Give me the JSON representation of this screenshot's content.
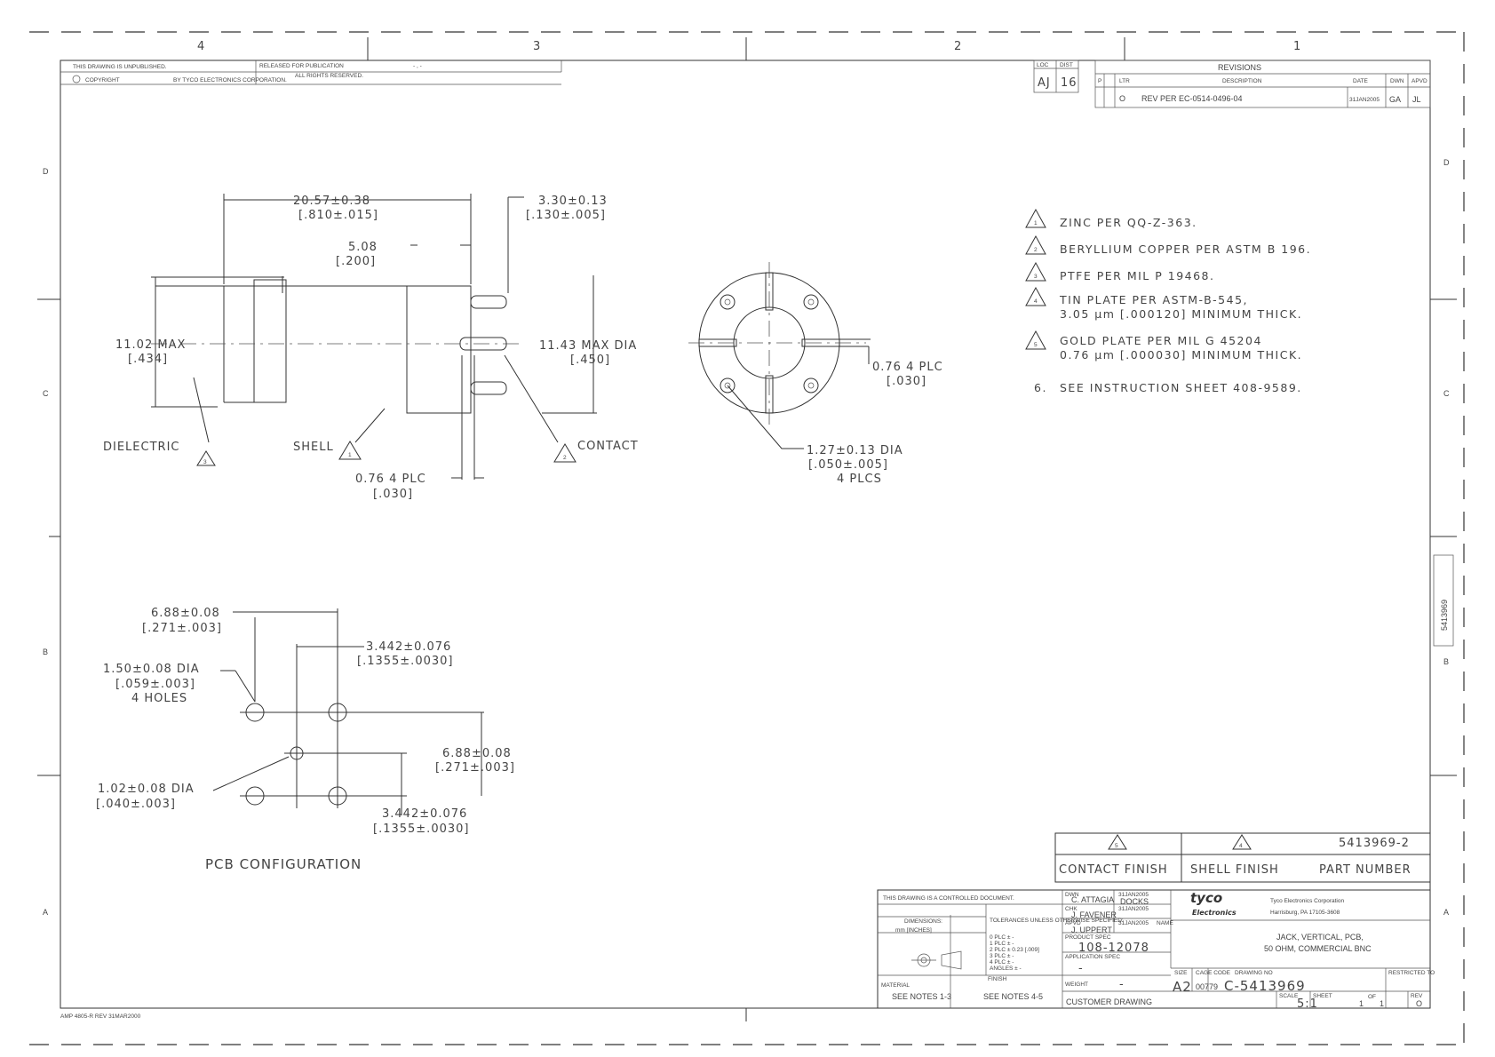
{
  "zones": {
    "top": [
      "4",
      "3",
      "2",
      "1"
    ],
    "left": [
      "D",
      "C",
      "B",
      "A"
    ],
    "right": [
      "D",
      "C",
      "B",
      "A"
    ],
    "side_part": "5413969"
  },
  "header_strip": {
    "unpublished": "THIS DRAWING IS UNPUBLISHED.",
    "copyright": "COPYRIGHT",
    "by": "BY TYCO ELECTRONICS CORPORATION.",
    "released": "RELEASED FOR PUBLICATION",
    "rights": "ALL RIGHTS RESERVED.",
    "year": "- , -"
  },
  "loc_dist": {
    "loc_label": "LOC",
    "dist_label": "DIST",
    "loc": "AJ",
    "dist": "16"
  },
  "revisions": {
    "title": "REVISIONS",
    "headers": {
      "p": "P",
      "ltr": "LTR",
      "desc": "DESCRIPTION",
      "date": "DATE",
      "dwn": "DWN",
      "apvd": "APVD"
    },
    "rows": [
      {
        "ltr": "O",
        "desc": "REV PER EC-0514-0496-04",
        "date": "31JAN2005",
        "dwn": "GA",
        "apvd": "JL"
      }
    ]
  },
  "notes": [
    {
      "num": "1",
      "flag": true,
      "text": "ZINC PER QQ-Z-363."
    },
    {
      "num": "2",
      "flag": true,
      "text": "BERYLLIUM COPPER PER ASTM B 196."
    },
    {
      "num": "3",
      "flag": true,
      "text": "PTFE PER MIL P 19468."
    },
    {
      "num": "4",
      "flag": true,
      "text": "TIN PLATE PER ASTM-B-545,",
      "text2": "3.05 µm [.000120] MINIMUM THICK."
    },
    {
      "num": "5",
      "flag": true,
      "text": "GOLD PLATE PER MIL G 45204",
      "text2": "0.76 µm [.000030] MINIMUM THICK."
    },
    {
      "num": "6.",
      "flag": false,
      "text": "SEE INSTRUCTION SHEET 408-9589."
    }
  ],
  "side_view": {
    "overall_len": "20.57±0.38",
    "overall_len_in": "[.810±.015]",
    "pin_len": "3.30±0.13",
    "pin_len_in": "[.130±.005]",
    "flange": "5.08",
    "flange_in": "[.200]",
    "height": "11.02 MAX",
    "height_in": "[.434]",
    "dia": "11.43 MAX DIA",
    "dia_in": "[.450]",
    "pin_w": "0.76 4 PLC",
    "pin_w_in": "[.030]",
    "dielectric": "DIELECTRIC",
    "dielectric_flag": "3",
    "shell": "SHELL",
    "shell_flag": "1",
    "contact": "CONTACT",
    "contact_flag": "2"
  },
  "bottom_view": {
    "leg": "0.76 4 PLC",
    "leg_in": "[.030]",
    "hole": "1.27±0.13 DIA",
    "hole_in": "[.050±.005]",
    "hole_qty": "4 PLCS"
  },
  "pcb": {
    "title": "PCB CONFIGURATION",
    "d1": "6.88±0.08",
    "d1_in": "[.271±.003]",
    "d2": "3.442±0.076",
    "d2_in": "[.1355±.0030]",
    "big_hole": "1.50±0.08 DIA",
    "big_hole_in": "[.059±.003]",
    "big_hole_qty": "4 HOLES",
    "d3": "6.88±0.08",
    "d3_in": "[.271±.003]",
    "small_hole": "1.02±0.08 DIA",
    "small_hole_in": "[.040±.003]",
    "d4": "3.442±0.076",
    "d4_in": "[.1355±.0030]"
  },
  "finish_table": {
    "contact_flag": "5",
    "shell_flag": "4",
    "part_no": "5413969-2",
    "contact_label": "CONTACT FINISH",
    "shell_label": "SHELL FINISH",
    "part_label": "PART NUMBER"
  },
  "title_block": {
    "controlled": "THIS DRAWING IS A CONTROLLED DOCUMENT.",
    "dimensions": "DIMENSIONS:",
    "units": "mm [INCHES]",
    "tolerances": "TOLERANCES UNLESS OTHERWISE SPECIFIED:",
    "tol_lines": [
      "0 PLC ±  -",
      "1 PLC ±  -",
      "2 PLC ±  0.23 [.009]",
      "3 PLC ±  -",
      "4 PLC ±  -",
      "ANGLES ±  -"
    ],
    "finish": "FINISH",
    "material": "MATERIAL",
    "see_notes_mat": "SEE NOTES 1-3",
    "see_notes_fin": "SEE NOTES 4-5",
    "dwn_label": "DWN",
    "dwn": "C. ATTAGIA",
    "dwn_date": "31JAN2005",
    "chk_label": "CHK",
    "chk": "J. FAVENER",
    "chk_date": "31JAN2005",
    "apvd_label": "APVD",
    "apvd": "J. UPPERT",
    "apvd_date": "31JAN2005",
    "chk_name_alt": "DOCKS",
    "product_spec_label": "PRODUCT SPEC",
    "product_spec": "108-12078",
    "app_spec_label": "APPLICATION SPEC",
    "app_spec": "-",
    "weight_label": "WEIGHT",
    "weight": "-",
    "company": "Tyco Electronics Corporation",
    "address": "Harrisburg, PA 17105-3608",
    "logo": "tyco",
    "logo_sub": "Electronics",
    "name_label": "NAME",
    "title1": "JACK, VERTICAL, PCB,",
    "title2": "50 OHM, COMMERCIAL BNC",
    "size_label": "SIZE",
    "size": "A2",
    "cage_label": "CAGE CODE",
    "cage": "00779",
    "dwg_label": "DRAWING NO",
    "dwg": "C-5413969",
    "restricted": "RESTRICTED TO",
    "customer": "CUSTOMER DRAWING",
    "scale_label": "SCALE",
    "scale": "5:1",
    "sheet_label": "SHEET",
    "sheet": "1",
    "of": "OF",
    "sheets": "1",
    "rev_label": "REV",
    "rev": "O"
  },
  "form_id": "AMP 4805-R REV 31MAR2000"
}
